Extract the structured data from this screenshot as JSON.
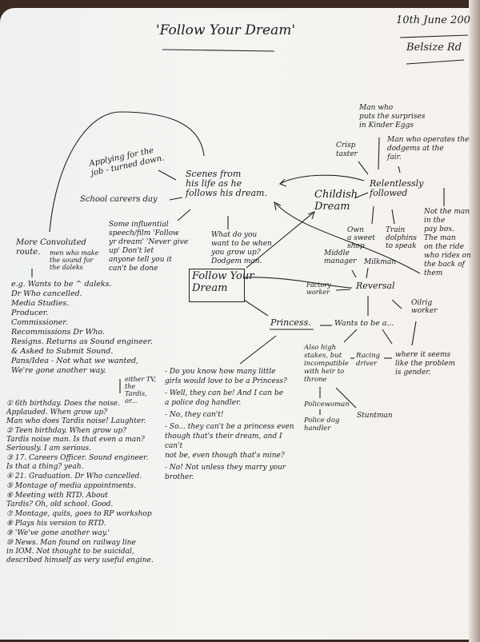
{
  "header": {
    "title": "'Follow Your Dream'",
    "date": "10th June 200",
    "place": "Belsize Rd"
  },
  "center_box": "Follow Your\nDream",
  "scenes": {
    "hub": "Scenes from\nhis life as he\nfollows his dream.",
    "applying": "Applying for the\njob - turned down.",
    "school": "School careers day",
    "speech": "Some influential\nspeech/film 'Follow\nyr dream' 'Never give\nup' Don't let\nanyone tell you it\ncan't be done",
    "what": "What do you\nwant to be when\nyou grow up?\nDodgem man.",
    "convoluted": "More Convoluted\nroute.",
    "men_sound": "men who make\nthe sound for\nthe daleks"
  },
  "route_list": [
    "e.g. Wants to be ^ daleks.",
    "Dr Who cancelled.",
    "Media Studies.",
    "Producer.",
    "Commissioner.",
    "Recommissions Dr Who.",
    "Resigns. Returns as Sound engineer.",
    "& Asked to Submit Sound.",
    "Pans/Idea - Not what we wanted,\n  We're gone another way."
  ],
  "either_note": "either TV,\nthe Tardis, or...",
  "numbered": [
    "① 6th birthday. Does the noise.\n   Applauded. When grow up?\n   Man who does Tardis noise! Laughter.",
    "② Teen birthday. When grow up?\n   Tardis noise man. Is that even a man?\n     Seriously. I am serious.",
    "③ 17. Careers Officer. Sound engineer.\n   Is that a thing? yeah.",
    "④ 21. Graduation. Dr Who cancelled.",
    "⑤ Montage of media appointments.",
    "⑥ Meeting with RTD. About\n   Tardis? Oh, old school. Good.",
    "⑦ Montage, quits, goes to RP workshop",
    "⑧ Plays his version to RTD.",
    "⑨ 'We've gone another way.'",
    "⑩ News. Man found on railway line\n   in IOM. Not thought to be suicidal,\n   described himself as very useful engine."
  ],
  "childish": {
    "hub": "Childish\nDream",
    "relentless": "Relentlessly\nfollowed",
    "kinder": "Man who\nputs the surprises\nin Kinder Eggs",
    "crisp": "Crisp\ntaster",
    "dodgems": "Man who operates the\ndodgems at the\nfair.",
    "sweet": "Own\na sweet\nshop",
    "dolphins": "Train\ndolphins\nto speak",
    "paybox": "Not the man\nin the\npay box.\nThe man\non the ride\nwho rides on\nthe back of them"
  },
  "reversal": {
    "hub": "Reversal",
    "middle": "Middle\nmanager",
    "milkman": "Milkman",
    "factory": "Factory\nworker",
    "oilrig": "Oilrig\nworker",
    "princess": "Princess.",
    "wants": "Wants to be a...",
    "high_stakes": "Also high\nstakes, but\nincompatible\nwith heir to\nthrone",
    "racing": "Racing\ndriver",
    "gender": "where it seems\nlike the problem\nis gender.",
    "policewoman": "Policewoman",
    "stuntman": "Stuntman",
    "dog_handler": "Police dog\nhandler"
  },
  "dialogue": [
    "- Do you know how many little\n  girls would love to be a Princess?",
    "- Well, they can be! And I can be\n  a police dog handler.",
    "- No, they can't!",
    "- So... they can't be a princess even\n  though that's their dream, and I can't\n  not be, even though that's mine?",
    "- No! Not unless they marry your brother."
  ],
  "colors": {
    "ink": "#1b1b22",
    "paper": "#f3f4f0"
  }
}
